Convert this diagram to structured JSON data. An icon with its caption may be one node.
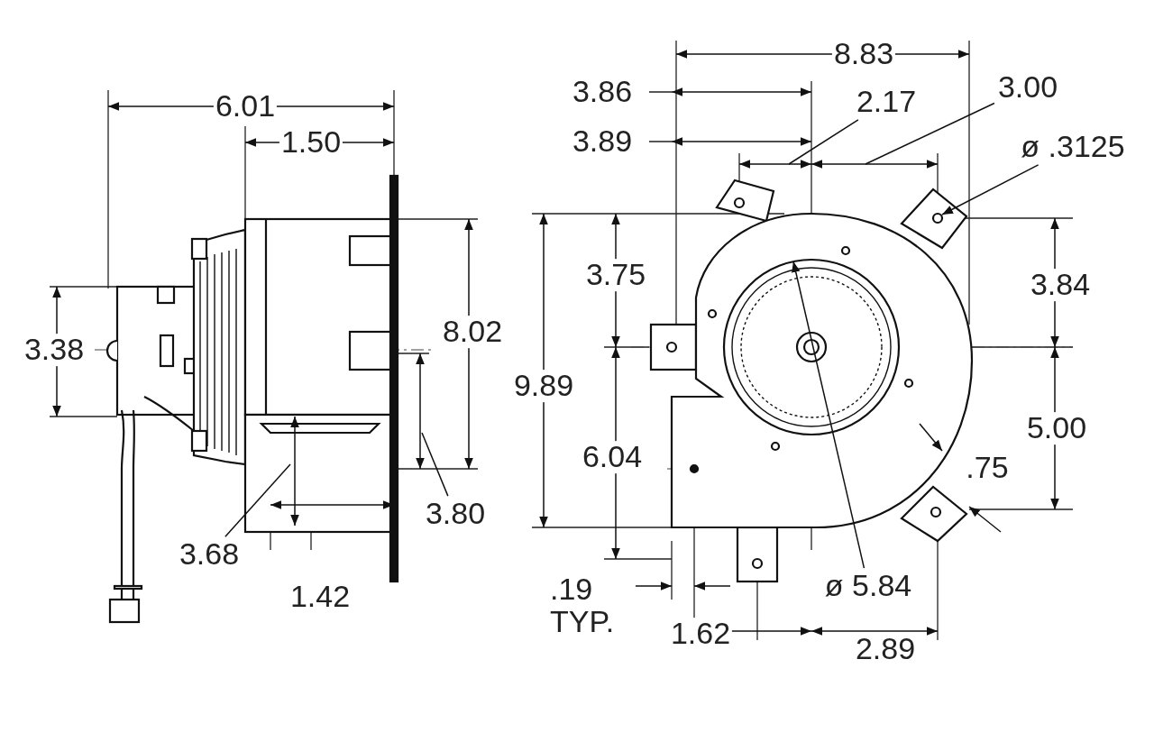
{
  "diagram": {
    "nodes": [
      {
        "text": [
          "3.00"
        ]
      },
      {
        "text": [
          "2.17"
        ]
      },
      {
        "text": [
          "ø .3125"
        ]
      },
      {
        "text": [
          "3.80"
        ]
      },
      {
        "text": [
          "3.68"
        ]
      },
      {
        "text": [
          "ø 5.84"
        ]
      }
    ],
    "edges": [
      {
        "from": 0,
        "to": null,
        "arrow": "none"
      },
      {
        "from": 1,
        "to": null,
        "arrow": "none"
      },
      {
        "from": 2,
        "to": null,
        "arrow": "to"
      },
      {
        "from": 3,
        "to": null,
        "arrow": "none"
      },
      {
        "from": 4,
        "to": null,
        "arrow": "none"
      },
      {
        "from": 5,
        "to": null,
        "arrow": "to"
      }
    ],
    "labels": [
      "8.83",
      "3.86",
      "6.01",
      "3.89",
      "1.50",
      "3.75",
      "3.84",
      "3.38",
      "8.02",
      "9.89",
      "5.00",
      "6.04",
      ".75",
      ".19 TYP.",
      "1.42",
      "1.62",
      "2.89"
    ]
  }
}
